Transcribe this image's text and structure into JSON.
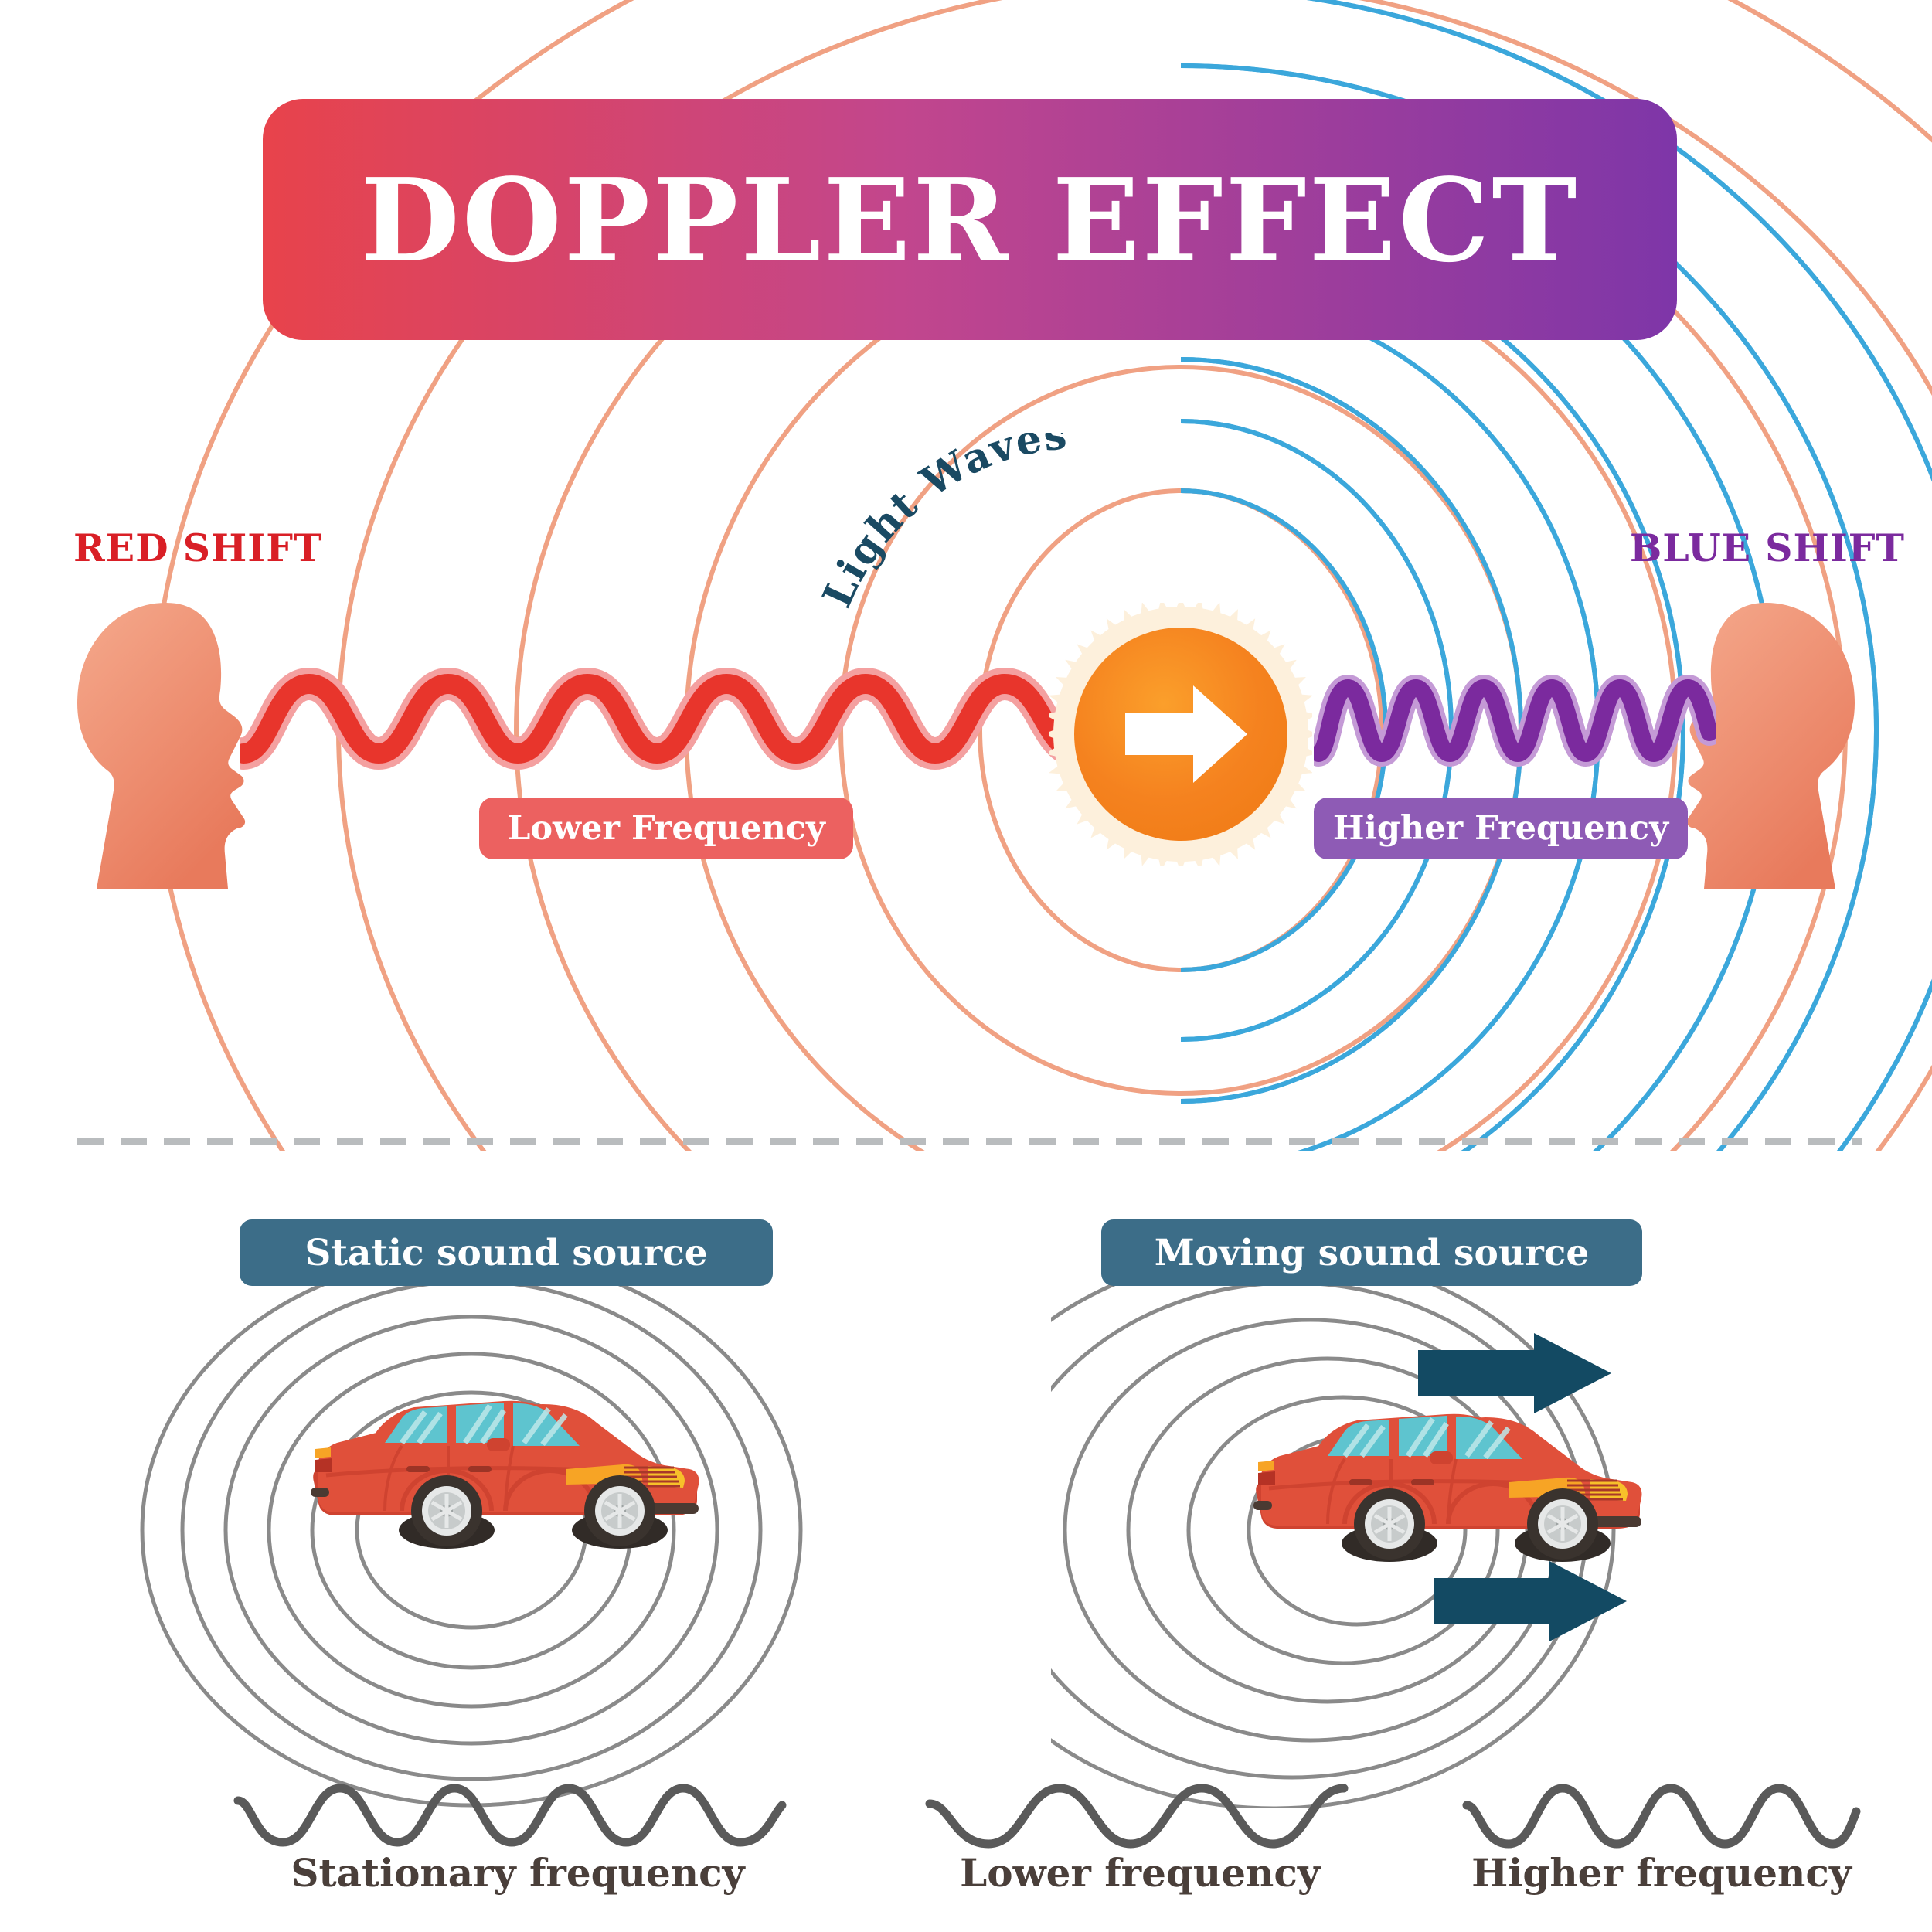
{
  "meta": {
    "title": "DOPPLER EFFECT",
    "background": "#ffffff"
  },
  "header": {
    "title": "DOPPLER EFFECT",
    "gradient_from": "#e8434b",
    "gradient_to": "#7e36a8",
    "text_color": "#ffffff"
  },
  "light_panel": {
    "left_label": "RED SHIFT",
    "left_label_color": "#d91f26",
    "right_label": "BLUE SHIFT",
    "right_label_color": "#7b2a9e",
    "arc_label": "Light Waves",
    "arc_label_color": "#1a4a63",
    "lower_badge": "Lower Frequency",
    "lower_badge_color": "#ec6160",
    "higher_badge": "Higher Frequency",
    "higher_badge_color": "#8e5bb5",
    "red_wave_color": "#e8352c",
    "red_wave_halo": "#f4a0a0",
    "purple_wave_color": "#7b2a9e",
    "purple_wave_halo": "#c49ad6",
    "left_arc_color": "#f0a183",
    "right_arc_color": "#3ba7db",
    "sun_color": "#f5821f",
    "sun_corona": "#fdf0dc",
    "arrow_color": "#ffffff",
    "head_color_top": "#f09b7c",
    "head_color_bottom": "#ea7a5e"
  },
  "sound_panels": [
    {
      "badge": "Static sound source",
      "badge_color": "#3c6d88",
      "captions": [
        "Stationary frequency"
      ],
      "ring_color": "#8a8a8a",
      "wave_color": "#5a5a5a",
      "has_motion_arrows": false
    },
    {
      "badge": "Moving sound source",
      "badge_color": "#3c6d88",
      "captions": [
        "Lower frequency",
        "Higher frequency"
      ],
      "ring_color": "#8a8a8a",
      "wave_color": "#5a5a5a",
      "has_motion_arrows": true,
      "arrow_color": "#134a63"
    }
  ],
  "car": {
    "body_color": "#e0503a",
    "body_shade": "#cf4330",
    "glass_color": "#5ec4cf",
    "glass_light": "#a8e0e4",
    "headlight_color": "#f7a425",
    "wheel_color": "#3a332e",
    "rim_color": "#d9dbdb"
  },
  "divider": {
    "color": "#b9bcbe",
    "style": "dashed"
  },
  "captions_color": "#4a3f3a"
}
